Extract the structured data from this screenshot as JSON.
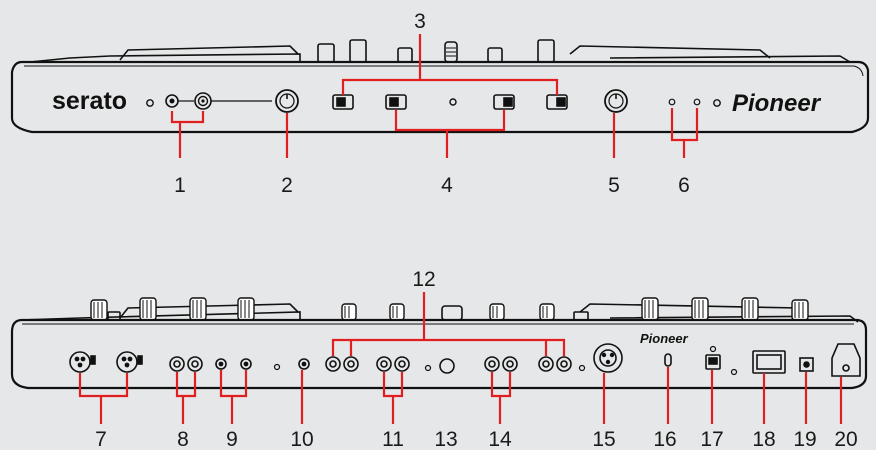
{
  "brands": {
    "serato": "serato",
    "pioneer_front": "Pioneer",
    "pioneer_rear": "Pioneer"
  },
  "colors": {
    "background": "#e6e7e8",
    "callout": "#e02020",
    "outline": "#111111"
  },
  "front_panel": {
    "callouts": [
      "1",
      "2",
      "3",
      "4",
      "5",
      "6"
    ]
  },
  "rear_panel": {
    "callouts": [
      "7",
      "8",
      "9",
      "10",
      "11",
      "12",
      "13",
      "14",
      "15",
      "16",
      "17",
      "18",
      "19",
      "20"
    ]
  }
}
